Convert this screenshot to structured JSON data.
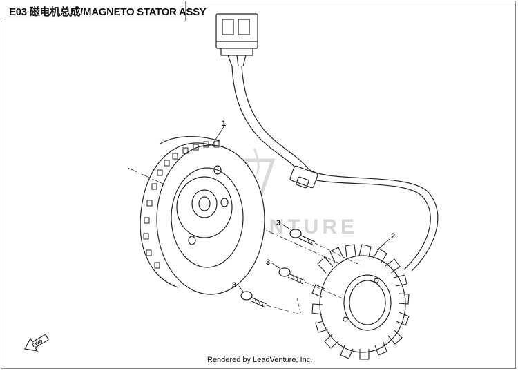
{
  "title": "E03 磁电机总成/MAGNETO STATOR ASSY",
  "callouts": {
    "flywheel": "1",
    "stator": "2",
    "bolt_a": "3",
    "bolt_b": "3",
    "bolt_c": "3"
  },
  "fwd_label": "FWD",
  "watermark": "LEADVENTURE",
  "footer": "Rendered by LeadVenture, Inc."
}
